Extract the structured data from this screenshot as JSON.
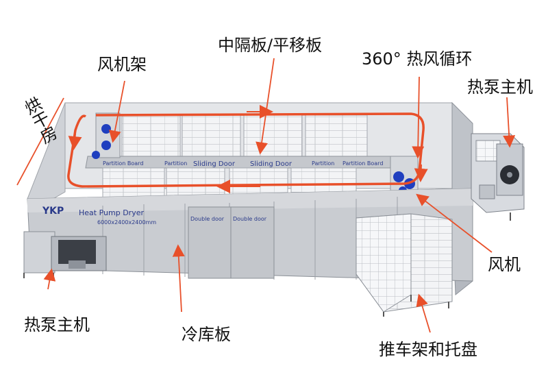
{
  "labels": {
    "fan_rack": "风机架",
    "partition": "中隔板/平移板",
    "hot_air": "360° 热风循环",
    "heat_pump_right": "热泵主机",
    "drying_room": "烘干房",
    "fan": "风机",
    "heat_pump_left": "热泵主机",
    "cold_panel": "冷库板",
    "trolley": "推车架和托盘"
  },
  "machine": {
    "brand": "YKP",
    "name": "Heat Pump Dryer",
    "size": "6000x2400x2400mm",
    "door_labels": [
      "Double door",
      "Double door"
    ],
    "partition_labels": [
      "Partition Board",
      "Partition",
      "Sliding Door",
      "Sliding Door",
      "Partition",
      "Partition Board"
    ]
  },
  "colors": {
    "arrow": "#e8502a",
    "panel": "#c9ccd1",
    "panel_dark": "#a9adb4",
    "rack": "#f2f4f7",
    "fan_blue": "#1f3fbf"
  }
}
